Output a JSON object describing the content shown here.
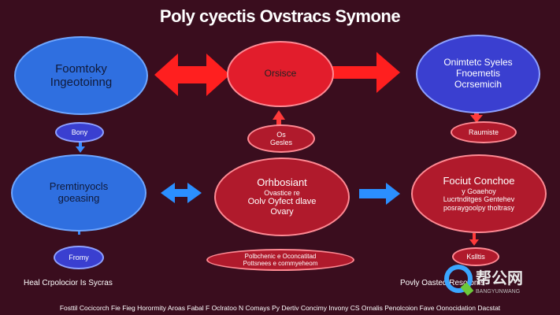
{
  "title": "Poly cyectis Ovstracs Symone",
  "nodes": {
    "top_left": [
      "Foomtoky",
      "Ingeotoinng"
    ],
    "top_center": [
      "Orsisce"
    ],
    "top_right": [
      "Onimtetc Syeles",
      "Fnoemetis",
      "Ocrsemicih"
    ],
    "small_left_1": "Bony",
    "small_center_1": [
      "Os",
      "Gesles"
    ],
    "small_right_1": "Raumiste",
    "mid_left": [
      "Premtinyocls",
      "goeasing"
    ],
    "mid_center": [
      "Orhbosiant",
      "Ovastice re",
      "Oolv Oyfect dlave",
      "Ovary"
    ],
    "mid_right": [
      "Fociut Conchoe",
      "y Goaehoy",
      "Lucrtnditges Gentehev",
      "posraygoolpy tholtrasy"
    ],
    "small_left_2": "Fromy",
    "small_center_2": [
      "Polbchenic e Oconcatitad",
      "Pottsnees e commyeheom"
    ],
    "small_right_2": "Kslltis"
  },
  "captions": {
    "left": "Heal Crpolocior Is Sycras",
    "right": "Povly Oasted Resofoms"
  },
  "footer": "Fosttil Cocicorch Fie Fieg Horormity Aroas Fabal F Oclratoo N Comays Py Dertiv Concimy Invony CS Ornalis Penolcoion Fave Oonocidation Dacstat",
  "logo": {
    "main": "帮公网",
    "sub": "BANGYUNWANG"
  },
  "colors": {
    "background": "#3a0d1e",
    "blue": "#2f6fe0",
    "red": "#b01a2c",
    "arrow_red": "#ff1f1f",
    "arrow_blue": "#2b8fff"
  }
}
